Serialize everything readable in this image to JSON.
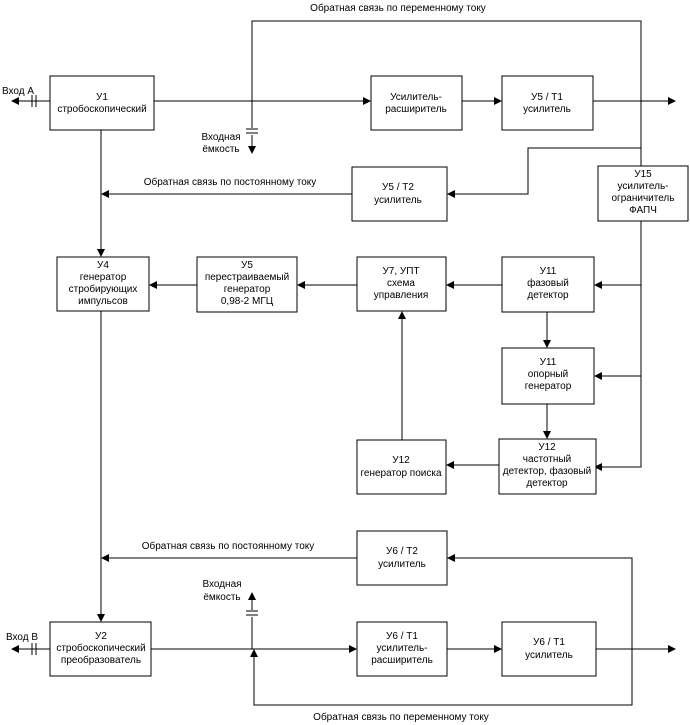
{
  "blocks": {
    "u1": [
      "У1",
      "стробоскопический"
    ],
    "amp_expander": [
      "Усилитель-",
      "расширитель"
    ],
    "u5t1": [
      "У5 / Т1",
      "усилитель"
    ],
    "u5t2": [
      "У5 / Т2",
      "усилитель"
    ],
    "u15": [
      "У15",
      "усилитель-",
      "ограничитель",
      "ФАПЧ"
    ],
    "u4": [
      "У4",
      "генератор",
      "стробирующих",
      "импульсов"
    ],
    "u5": [
      "У5",
      "перестраиваемый",
      "генератор",
      "0,98-2 МГЦ"
    ],
    "u7": [
      "У7, УПТ",
      "схема",
      "управления"
    ],
    "u11_phase": [
      "У11",
      "фазовый",
      "детектор"
    ],
    "u11_ref": [
      "У11",
      "опорный",
      "генератор"
    ],
    "u12_search": [
      "У12",
      "генератор поиска"
    ],
    "u12_freq": [
      "У12",
      "частотный",
      "детектор, фазовый",
      "детектор"
    ],
    "u6t2": [
      "У6 / Т2",
      "усилитель"
    ],
    "u2": [
      "У2",
      "стробоскопический",
      "преобразователь"
    ],
    "u6t1_exp": [
      "У6 / Т1",
      "усилитель-",
      "расширитель"
    ],
    "u6t1": [
      "У6 / Т1",
      "усилитель"
    ]
  },
  "labels": {
    "ac_feedback_top": "Обратная связь по переменному току",
    "dc_feedback_top": "Обратная связь по постоянному току",
    "input_a": "Вход А",
    "input_cap_top": [
      "Входная",
      "ёмкость"
    ],
    "dc_feedback_bottom": "Обратная связь по постоянному току",
    "input_cap_bottom": [
      "Входная",
      "ёмкость"
    ],
    "input_b": "Вход В",
    "ac_feedback_bottom": "Обратная связь по переменному току"
  }
}
